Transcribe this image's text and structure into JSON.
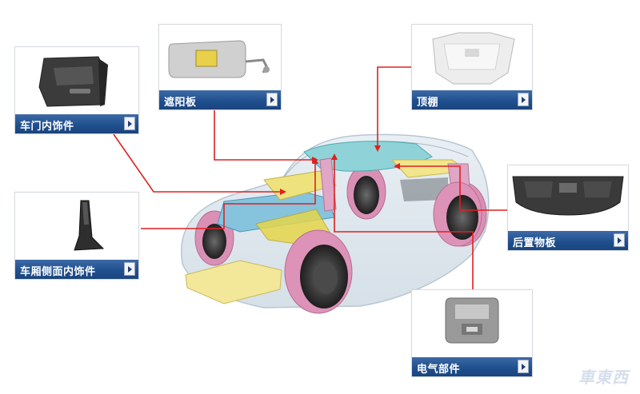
{
  "cards": {
    "door_trim": {
      "label": "车门内饰件"
    },
    "sun_visor": {
      "label": "遮阳板"
    },
    "headliner": {
      "label": "顶棚"
    },
    "pillar_trim": {
      "label": "车厢侧面内饰件"
    },
    "parcel_shelf": {
      "label": "后置物板"
    },
    "electrical": {
      "label": "电气部件"
    }
  },
  "watermark": "車東西",
  "colors": {
    "label_bar": "#20508f",
    "leader_line": "#e02020"
  }
}
